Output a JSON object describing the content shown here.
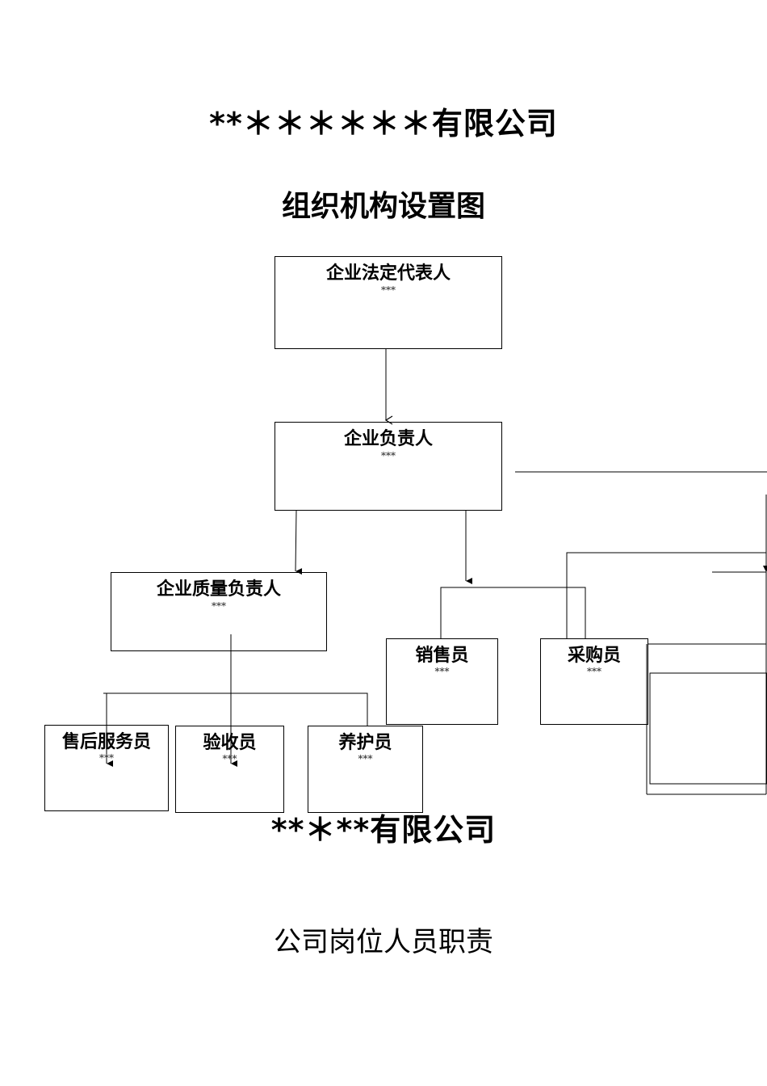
{
  "header": {
    "company_title": "**＊＊＊＊＊＊有限公司",
    "chart_title": "组织机构设置图"
  },
  "org": {
    "legal_rep": {
      "role": "企业法定代表人",
      "name": "***"
    },
    "manager": {
      "role": "企业负责人",
      "name": "***"
    },
    "quality": {
      "role": "企业质量负责人",
      "name": "***"
    },
    "sales": {
      "role": "销售员",
      "name": "***"
    },
    "purchase": {
      "role": "采购员",
      "name": "***"
    },
    "after_sales": {
      "role": "售后服务员",
      "name": "***"
    },
    "inspector": {
      "role": "验收员",
      "name": "***"
    },
    "maintenance": {
      "role": "养护员",
      "name": "***"
    }
  },
  "footer": {
    "company_title": "**＊**有限公司",
    "section_title": "公司岗位人员职责"
  }
}
